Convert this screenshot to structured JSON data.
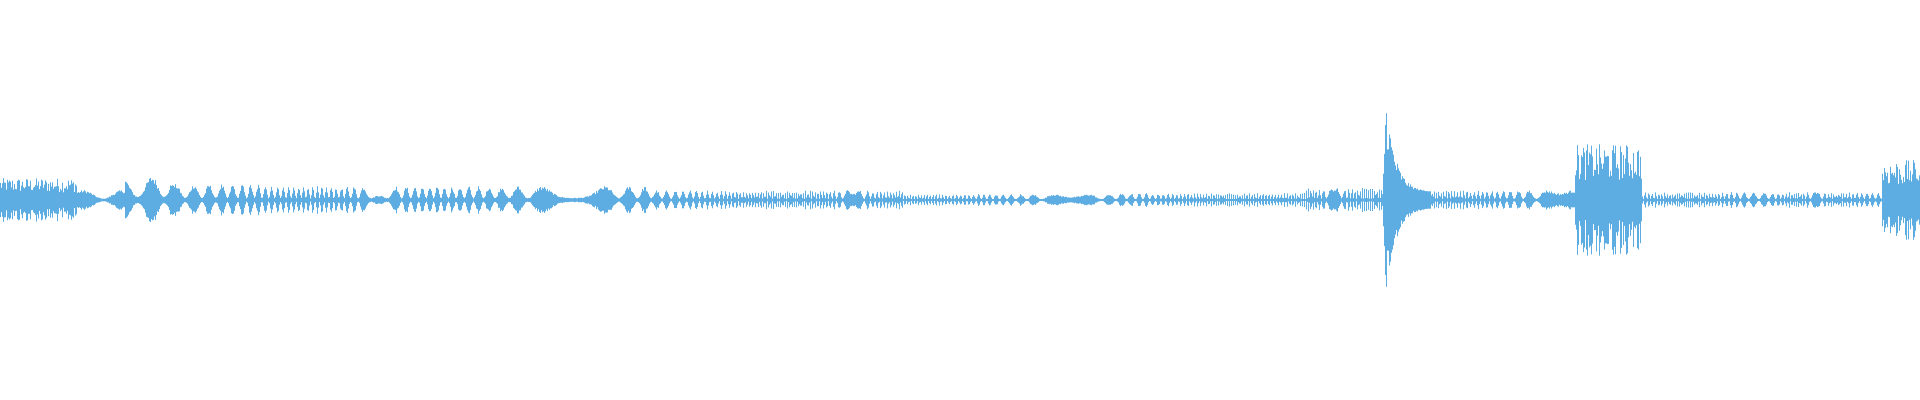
{
  "waveform": {
    "color": "#5dade2",
    "background": "#ffffff",
    "segments": [
      {
        "start": 0.0,
        "end": 0.04,
        "amp": 0.11,
        "kind": "noise"
      },
      {
        "start": 0.04,
        "end": 0.065,
        "amp": 0.05,
        "kind": "blobs"
      },
      {
        "start": 0.065,
        "end": 0.09,
        "amp": 0.12,
        "kind": "blobs"
      },
      {
        "start": 0.09,
        "end": 0.14,
        "amp": 0.08,
        "kind": "blobs"
      },
      {
        "start": 0.14,
        "end": 0.34,
        "amp": 0.07,
        "kind": "blobs"
      },
      {
        "start": 0.34,
        "end": 0.47,
        "amp": 0.05,
        "kind": "blobs"
      },
      {
        "start": 0.47,
        "end": 0.58,
        "amp": 0.03,
        "kind": "blobs"
      },
      {
        "start": 0.58,
        "end": 0.68,
        "amp": 0.035,
        "kind": "blobs"
      },
      {
        "start": 0.68,
        "end": 0.72,
        "amp": 0.06,
        "kind": "blobs"
      },
      {
        "start": 0.72,
        "end": 0.745,
        "amp": 0.5,
        "kind": "burst"
      },
      {
        "start": 0.745,
        "end": 0.82,
        "amp": 0.05,
        "kind": "blobs"
      },
      {
        "start": 0.82,
        "end": 0.855,
        "amp": 0.28,
        "kind": "noise"
      },
      {
        "start": 0.855,
        "end": 0.98,
        "amp": 0.04,
        "kind": "blobs"
      },
      {
        "start": 0.98,
        "end": 1.0,
        "amp": 0.2,
        "kind": "noise"
      }
    ]
  }
}
